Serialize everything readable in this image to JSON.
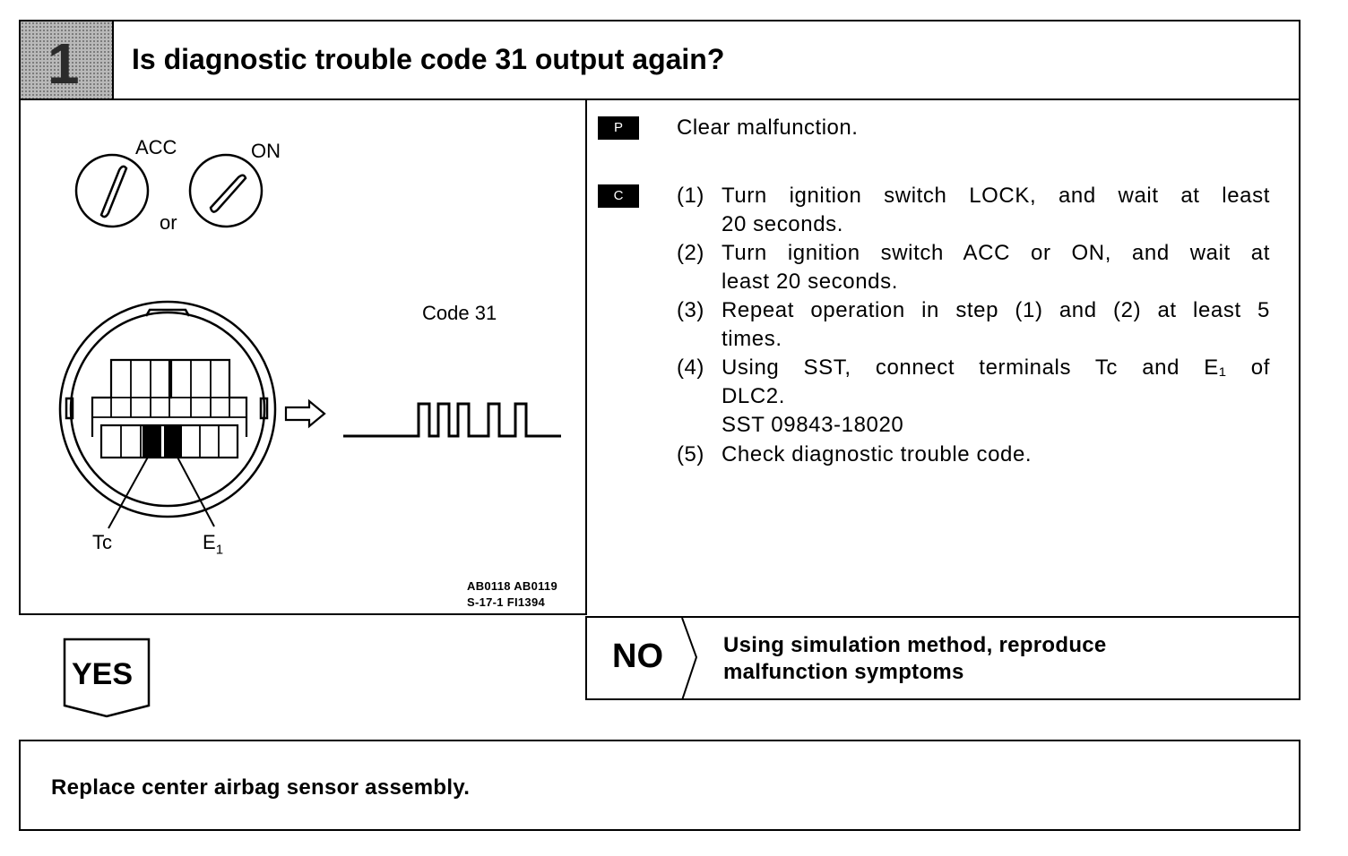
{
  "header": {
    "step_number": "1",
    "title": "Is diagnostic trouble code 31 output again?"
  },
  "figure": {
    "switch_labels": {
      "acc": "ACC",
      "on": "ON",
      "or": "or"
    },
    "code_label": "Code 31",
    "terminal_labels": {
      "tc": "Tc",
      "e1": "E",
      "e1_sub": "1"
    },
    "ref_codes": [
      "AB0118 AB0119",
      "S-17-1   FI1394"
    ]
  },
  "procedure": {
    "p_tag": "P",
    "p_text": "Clear malfunction.",
    "c_tag": "C",
    "steps": [
      {
        "no": "(1)",
        "lines": [
          "Turn ignition switch LOCK, and wait at least",
          "20 seconds."
        ]
      },
      {
        "no": "(2)",
        "lines": [
          "Turn ignition switch ACC or ON, and wait at",
          "least 20 seconds."
        ]
      },
      {
        "no": "(3)",
        "lines": [
          "Repeat operation in step (1) and (2) at least 5",
          "times."
        ]
      },
      {
        "no": "(4)",
        "lines": [
          "Using SST, connect terminals Tc and E₁ of",
          "DLC2.",
          "SST 09843-18020"
        ]
      },
      {
        "no": "(5)",
        "lines": [
          "Check diagnostic trouble code."
        ]
      }
    ]
  },
  "yes_label": "YES",
  "no": {
    "label": "NO",
    "text_lines": [
      "Using simulation method, reproduce",
      "malfunction symptoms"
    ]
  },
  "result": {
    "text": "Replace center airbag sensor assembly."
  }
}
